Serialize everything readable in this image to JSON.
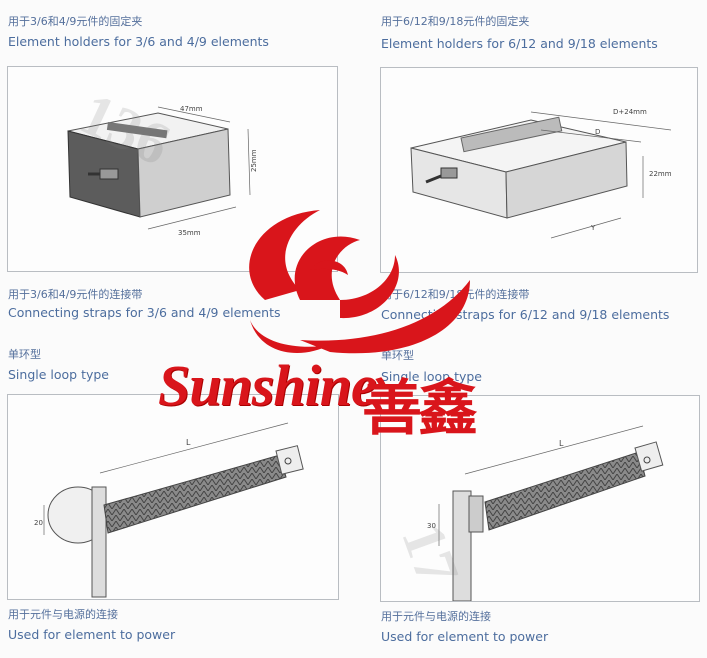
{
  "sections": [
    {
      "zh": "用于3/6和4/9元件的固定夹",
      "en": "Element holders for 3/6 and 4/9 elements"
    },
    {
      "zh": "用于6/12和9/18元件的固定夹",
      "en": "Element holders for 6/12 and 9/18 elements"
    },
    {
      "zh": "用于3/6和4/9元件的连接带",
      "en": "Connecting straps for 3/6 and 4/9 elements"
    },
    {
      "zh": "用于6/12和9/18元件的连接带",
      "en": "Connecting straps for 6/12 and 9/18 elements"
    },
    {
      "zh": "单环型",
      "en": "Single loop type"
    },
    {
      "zh": "单环型",
      "en": "Single loop type"
    },
    {
      "zh": "用于元件与电源的连接",
      "en": "Used for element to power"
    },
    {
      "zh": "用于元件与电源的连接",
      "en": "Used for element to power"
    }
  ],
  "dimensions": {
    "holder_small_width": "47mm",
    "holder_small_height": "25mm",
    "holder_small_depth": "35mm",
    "holder_large_top": "D+24mm",
    "holder_large_d": "D",
    "holder_large_height": "22mm",
    "holder_large_y": "Y",
    "strap_left_length": "L",
    "strap_left_height": "20",
    "strap_right_length": "L",
    "strap_right_height": "30"
  },
  "brand": {
    "name_en": "Sunshine",
    "name_zh": "善鑫",
    "watermark": "136",
    "watermark2": "17",
    "primary_color": "#d9151b"
  }
}
